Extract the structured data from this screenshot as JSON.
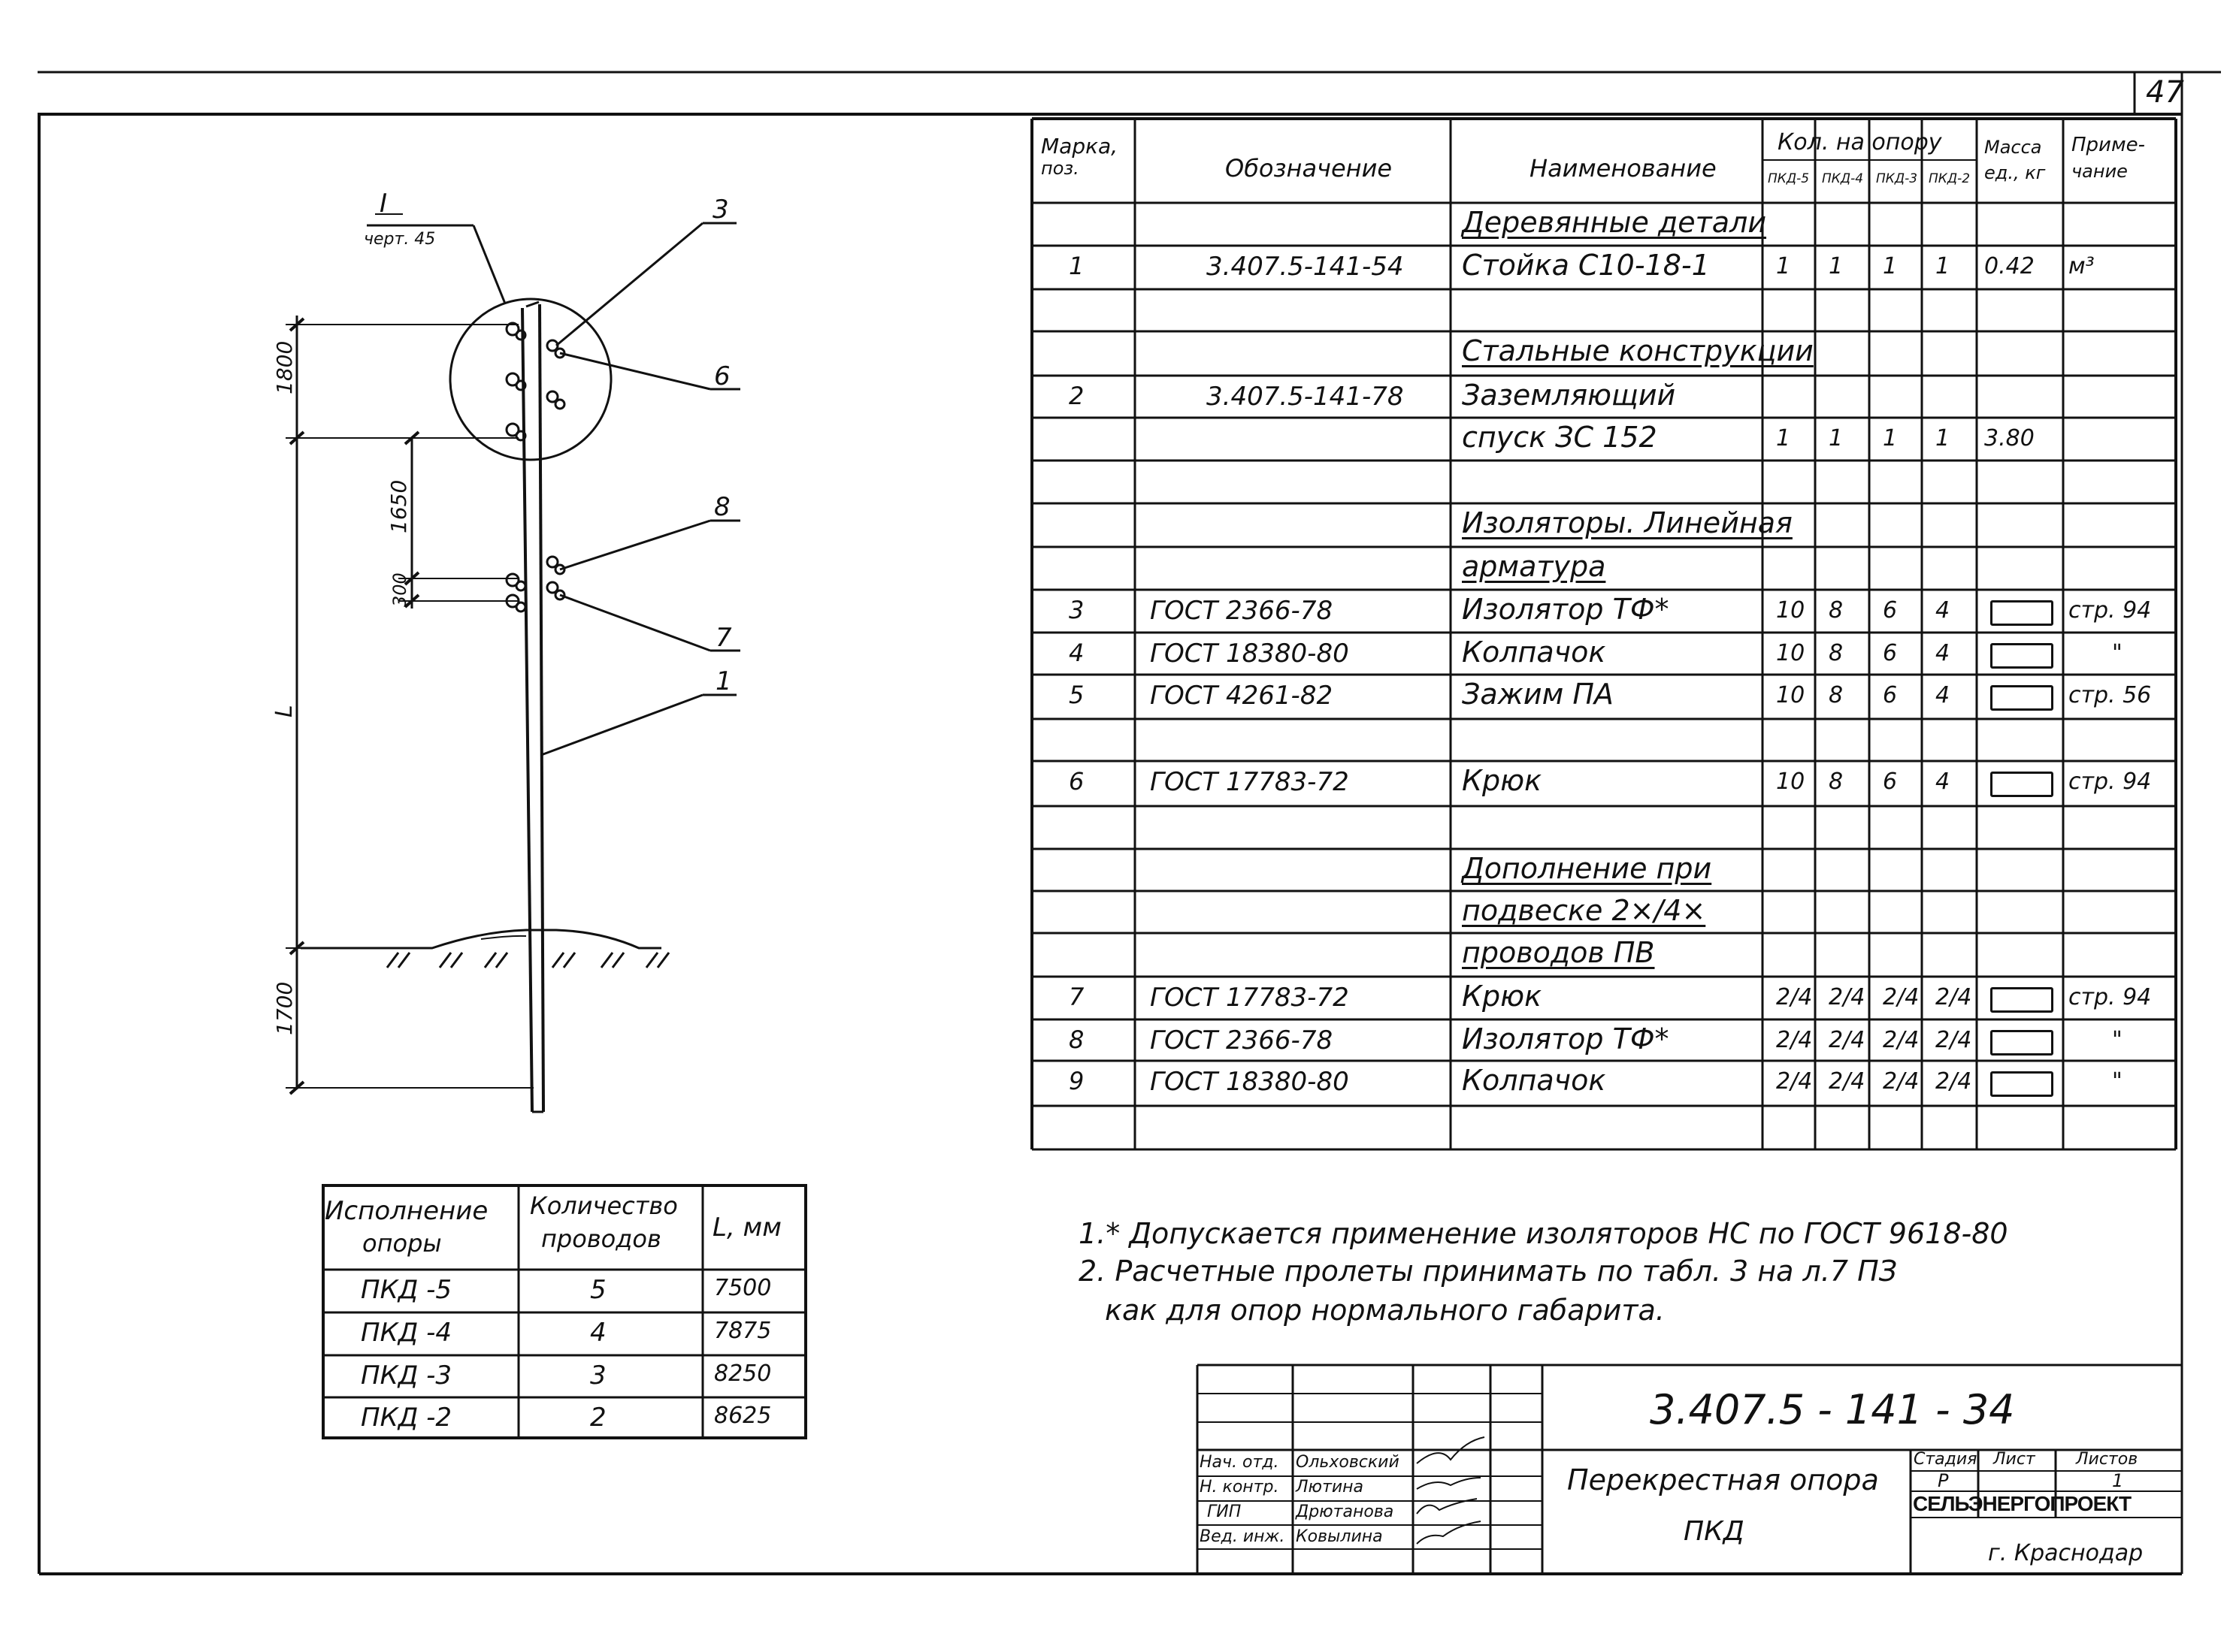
{
  "page_number": "47",
  "spec_table": {
    "headers": {
      "mark": "Марка,",
      "mark2": "поз.",
      "designation": "Обозначение",
      "name": "Наименование",
      "qty": "Кол. на опору",
      "qty_cols": [
        "ПКД-5",
        "ПКД-4",
        "ПКД-3",
        "ПКД-2"
      ],
      "mass": "Масса",
      "mass2": "ед., кг",
      "note": "Приме-",
      "note2": "чание"
    },
    "rows": [
      {
        "mark": "",
        "des": "",
        "name": "Деревянные детали",
        "heading": true,
        "q": [
          "",
          "",
          "",
          ""
        ],
        "mass": "",
        "note": ""
      },
      {
        "mark": "1",
        "des": "3.407.5-141-54",
        "name": "Стойка С10-18-1",
        "q": [
          "1",
          "1",
          "1",
          "1"
        ],
        "mass": "0.42",
        "note": "м³"
      },
      {
        "mark": "",
        "des": "",
        "name": "",
        "q": [
          "",
          "",
          "",
          ""
        ],
        "mass": "",
        "note": ""
      },
      {
        "mark": "",
        "des": "",
        "name": "Стальные конструкции",
        "heading": true,
        "q": [
          "",
          "",
          "",
          ""
        ],
        "mass": "",
        "note": ""
      },
      {
        "mark": "2",
        "des": "3.407.5-141-78",
        "name": "Заземляющий",
        "q": [
          "",
          "",
          "",
          ""
        ],
        "mass": "",
        "note": ""
      },
      {
        "mark": "",
        "des": "",
        "name": "спуск ЗС 152",
        "q": [
          "1",
          "1",
          "1",
          "1"
        ],
        "mass": "3.80",
        "note": ""
      },
      {
        "mark": "",
        "des": "",
        "name": "",
        "q": [
          "",
          "",
          "",
          ""
        ],
        "mass": "",
        "note": ""
      },
      {
        "mark": "",
        "des": "",
        "name": "Изоляторы. Линейная",
        "heading": true,
        "q": [
          "",
          "",
          "",
          ""
        ],
        "mass": "",
        "note": ""
      },
      {
        "mark": "",
        "des": "",
        "name": "арматура",
        "heading": true,
        "q": [
          "",
          "",
          "",
          ""
        ],
        "mass": "",
        "note": ""
      },
      {
        "mark": "3",
        "des": "ГОСТ 2366-78",
        "name": "Изолятор ТФ*",
        "q": [
          "10",
          "8",
          "6",
          "4"
        ],
        "mass": "box",
        "note": "стр. 94"
      },
      {
        "mark": "4",
        "des": "ГОСТ 18380-80",
        "name": "Колпачок",
        "q": [
          "10",
          "8",
          "6",
          "4"
        ],
        "mass": "box",
        "note": "\""
      },
      {
        "mark": "5",
        "des": "ГОСТ 4261-82",
        "name": "Зажим ПА",
        "q": [
          "10",
          "8",
          "6",
          "4"
        ],
        "mass": "box",
        "note": "стр. 56"
      },
      {
        "mark": "",
        "des": "",
        "name": "",
        "q": [
          "",
          "",
          "",
          ""
        ],
        "mass": "",
        "note": ""
      },
      {
        "mark": "6",
        "des": "ГОСТ 17783-72",
        "name": "Крюк",
        "q": [
          "10",
          "8",
          "6",
          "4"
        ],
        "mass": "box",
        "note": "стр. 94"
      },
      {
        "mark": "",
        "des": "",
        "name": "",
        "q": [
          "",
          "",
          "",
          ""
        ],
        "mass": "",
        "note": ""
      },
      {
        "mark": "",
        "des": "",
        "name": "Дополнение при",
        "heading": true,
        "q": [
          "",
          "",
          "",
          ""
        ],
        "mass": "",
        "note": ""
      },
      {
        "mark": "",
        "des": "",
        "name": "подвеске 2×/4×",
        "heading": true,
        "q": [
          "",
          "",
          "",
          ""
        ],
        "mass": "",
        "note": ""
      },
      {
        "mark": "",
        "des": "",
        "name": "проводов ПВ",
        "heading": true,
        "q": [
          "",
          "",
          "",
          ""
        ],
        "mass": "",
        "note": ""
      },
      {
        "mark": "7",
        "des": "ГОСТ 17783-72",
        "name": "Крюк",
        "q": [
          "2/4",
          "2/4",
          "2/4",
          "2/4"
        ],
        "mass": "box",
        "note": "стр. 94"
      },
      {
        "mark": "8",
        "des": "ГОСТ 2366-78",
        "name": "Изолятор ТФ*",
        "q": [
          "2/4",
          "2/4",
          "2/4",
          "2/4"
        ],
        "mass": "box",
        "note": "\""
      },
      {
        "mark": "9",
        "des": "ГОСТ 18380-80",
        "name": "Колпачок",
        "q": [
          "2/4",
          "2/4",
          "2/4",
          "2/4"
        ],
        "mass": "box",
        "note": "\""
      },
      {
        "mark": "",
        "des": "",
        "name": "",
        "q": [
          "",
          "",
          "",
          ""
        ],
        "mass": "",
        "note": ""
      }
    ]
  },
  "variants_table": {
    "headers": {
      "h1a": "Исполнение",
      "h1b": "опоры",
      "h2a": "Количество",
      "h2b": "проводов",
      "h3": "L, мм"
    },
    "rows": [
      {
        "v": "ПКД -5",
        "n": "5",
        "l": "7500"
      },
      {
        "v": "ПКД -4",
        "n": "4",
        "l": "7875"
      },
      {
        "v": "ПКД -3",
        "n": "3",
        "l": "8250"
      },
      {
        "v": "ПКД -2",
        "n": "2",
        "l": "8625"
      }
    ]
  },
  "notes": [
    "1.* Допускается применение изоляторов НС по ГОСТ 9618-80",
    "2. Расчетные пролеты принимать по табл. 3 на л.7 ПЗ",
    "как для опор нормального габарита."
  ],
  "drawing": {
    "callout_num": "I",
    "callout_ref": "черт. 45",
    "dim_1800": "1800",
    "dim_1650": "1650",
    "dim_300": "300",
    "dim_L": "L",
    "dim_1700": "1700",
    "leaders": [
      "3",
      "6",
      "8",
      "7",
      "1"
    ]
  },
  "title_block": {
    "doc_number": "3.407.5 - 141 - 34",
    "title_line1": "Перекрестная опора",
    "title_line2": "ПКД",
    "roles": [
      "Нач. отд.",
      "Н. контр.",
      "ГИП",
      "Вед. инж."
    ],
    "names": [
      "Ольховский",
      "Лютина",
      "Дрютанова",
      "Ковылина"
    ],
    "stage_label": "Стадия",
    "sheet_label": "Лист",
    "sheets_label": "Листов",
    "stage_value": "Р",
    "sheets_value": "1",
    "org": "СЕЛЬЭНЕРГОПРОЕКТ",
    "city": "г. Краснодар"
  }
}
